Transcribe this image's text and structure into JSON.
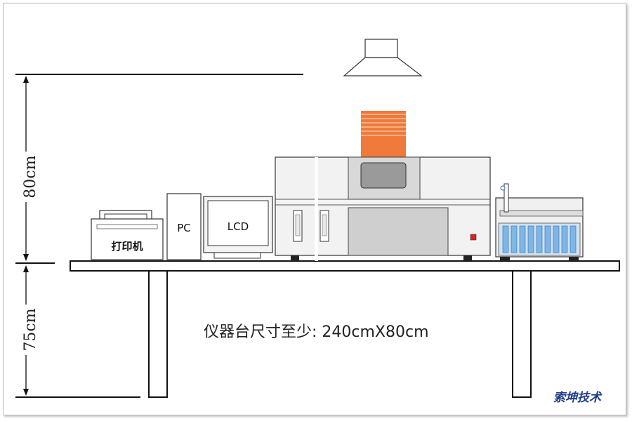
{
  "dimensions": {
    "upper_height": "80cm",
    "table_height": "75cm"
  },
  "devices": {
    "printer": "打印机",
    "pc": "PC",
    "lcd": "LCD"
  },
  "table_spec": "仪器台尺寸至少: 240cmX80cm",
  "brand": "索坤技术",
  "colors": {
    "chimney": "#f07a3a",
    "line": "#111111",
    "instrument_body": "#f2f2f2",
    "instrument_panel": "#d0d0d0",
    "indicator": "#e02020",
    "vials": "#7fb6e6"
  }
}
